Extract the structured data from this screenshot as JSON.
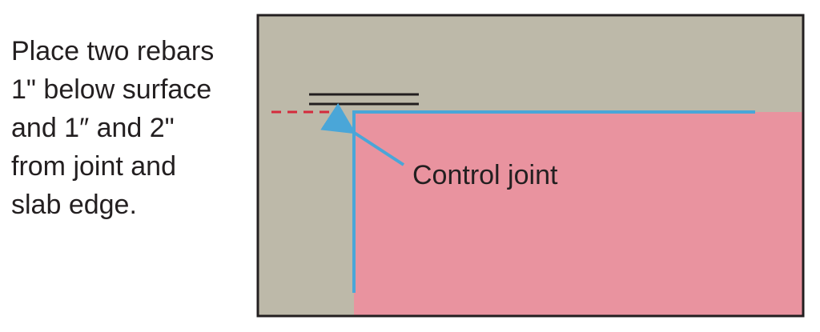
{
  "instruction": {
    "lines": [
      "Place two rebars",
      "1\" below surface",
      "and 1″ and 2\"",
      "from joint and",
      "slab edge."
    ]
  },
  "diagram": {
    "callout_label": "Control joint",
    "colors": {
      "existing_concrete": "#bdb9a9",
      "new_slab": "#e9939f",
      "control_joint": "#4aa6d8",
      "rebar": "#231f20",
      "dashed_line": "#d42a3c",
      "border": "#231f20",
      "text": "#231f20"
    }
  }
}
